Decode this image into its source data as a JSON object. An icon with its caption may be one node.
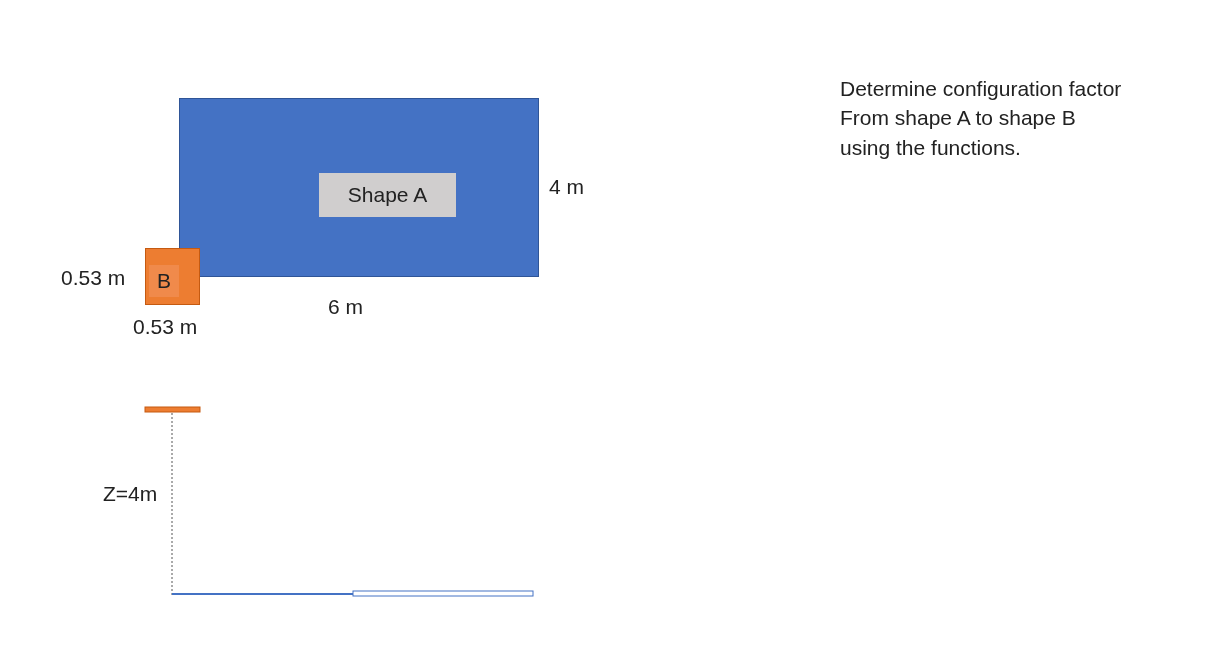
{
  "diagram": {
    "nodes": [
      {
        "text": [
          "Shape A"
        ]
      },
      {
        "text": [
          "B"
        ]
      }
    ],
    "labels": [
      "Determine configuration factor From shape A to shape B using the functions.",
      "4 m",
      "0.53 m",
      "6 m",
      "0.53 m",
      "Z=4m"
    ]
  }
}
